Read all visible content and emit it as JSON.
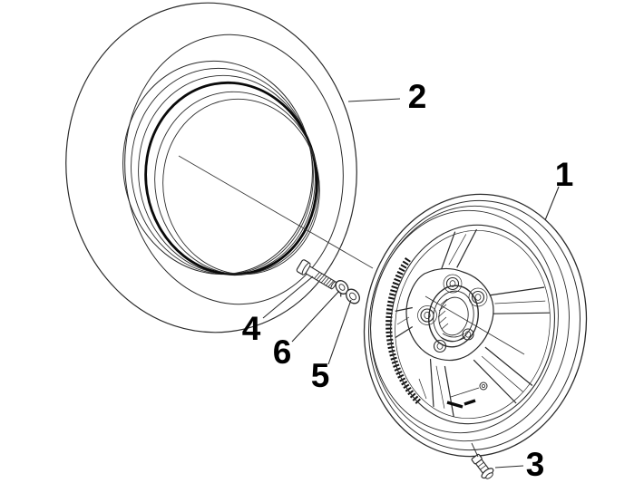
{
  "colors": {
    "background": "#ffffff",
    "line": "#2b2b2b",
    "dark_line": "#0a0a0a",
    "label": "#000000"
  },
  "callouts": [
    {
      "label": "1"
    },
    {
      "label": "2"
    },
    {
      "label": "3"
    },
    {
      "label": "4"
    },
    {
      "label": "5"
    },
    {
      "label": "6"
    }
  ]
}
